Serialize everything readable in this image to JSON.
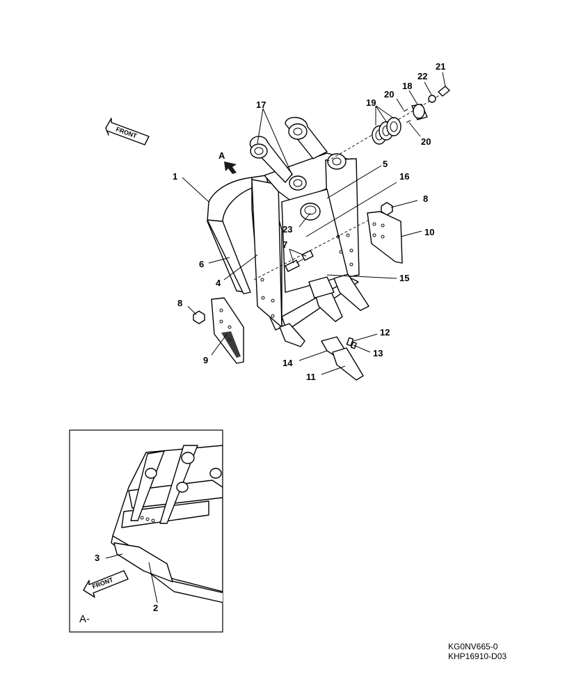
{
  "front_label": "FRONT",
  "view_marker": "A",
  "inset_label": "A-",
  "part_labels": {
    "p1": "1",
    "p2": "2",
    "p3": "3",
    "p4": "4",
    "p5": "5",
    "p6": "6",
    "p7": "7",
    "p8a": "8",
    "p8b": "8",
    "p9": "9",
    "p10": "10",
    "p11": "11",
    "p12": "12",
    "p13": "13",
    "p14": "14",
    "p15": "15",
    "p16": "16",
    "p17": "17",
    "p18": "18",
    "p19": "19",
    "p20a": "20",
    "p20b": "20",
    "p21": "21",
    "p22": "22",
    "p23": "23"
  },
  "codes": {
    "line1": "KG0NV665-0",
    "line2": "KHP16910-D03"
  }
}
